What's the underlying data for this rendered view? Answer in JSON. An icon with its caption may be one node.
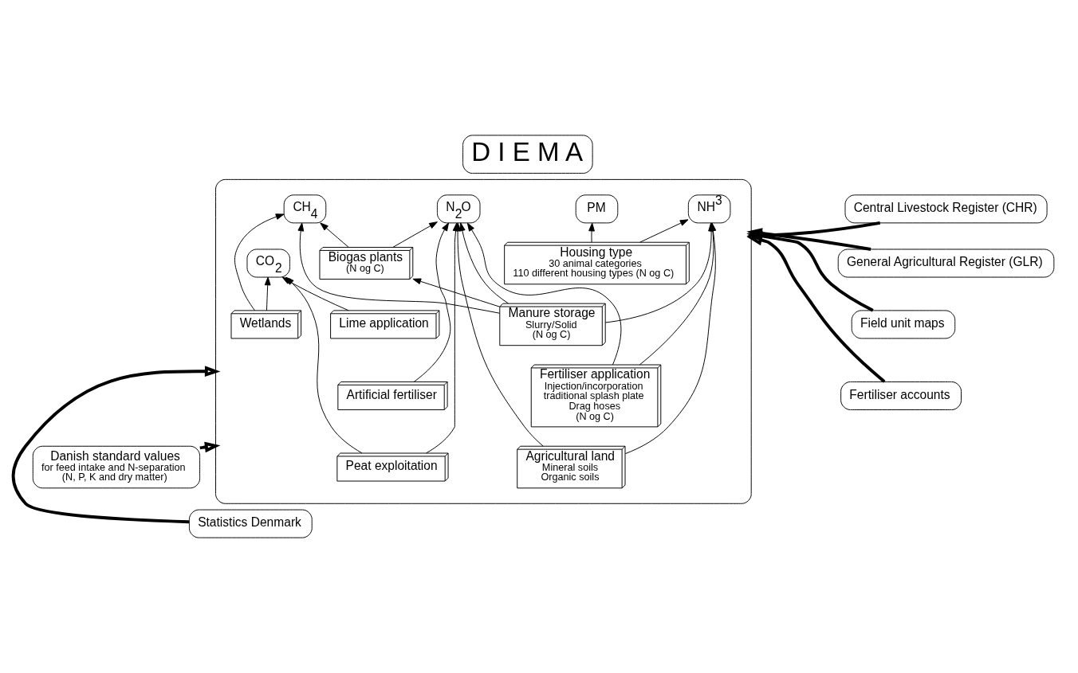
{
  "diagram": {
    "nodes": [
      {
        "text": [
          "D I E M A"
        ]
      },
      {
        "text": [],
        "shape": "box"
      },
      {
        "text": [
          "PM"
        ],
        "in": 1
      },
      {
        "text": [
          "NH$^{3}$"
        ],
        "in": 1
      },
      {
        "text": [
          "N$_{2}$O"
        ],
        "in": 1
      },
      {
        "text": [
          "CH$_{4}$"
        ],
        "in": 1
      },
      {
        "text": [
          "CO$_{2}$"
        ],
        "in": 1
      },
      {
        "text": [
          "Housing type",
          "30 animal categories",
          "110 different housing types (N og C)"
        ],
        "in": 1
      },
      {
        "text": [
          "Manure storage",
          "Slurry/Solid",
          "(N og C)"
        ],
        "in": 1
      },
      {
        "text": [
          "Fertiliser application",
          "Injection/incorporation",
          "traditional splash plate",
          "Drag hoses",
          "(N og C)"
        ],
        "in": 1
      },
      {
        "text": [
          "Biogas plants",
          "(N og C)"
        ],
        "in": 1
      },
      {
        "text": [
          "Lime application"
        ],
        "in": 1
      },
      {
        "text": [
          "Artificial fertiliser"
        ],
        "in": 1
      },
      {
        "text": [
          "Agricultural land",
          "Mineral soils",
          "Organic soils"
        ],
        "in": 1
      },
      {
        "text": [
          "Wetlands"
        ],
        "in": 1
      },
      {
        "text": [
          "Peat exploitation"
        ],
        "in": 1
      },
      {
        "text": [
          "Danish standard values",
          "for feed intake and N-separation",
          "(N, P, K and dry matter)"
        ]
      },
      {
        "text": [
          "Central Livestock Register (CHR)"
        ]
      },
      {
        "text": [
          "General Agricultural Register (GLR)"
        ]
      },
      {
        "text": [
          "Field unit maps"
        ]
      },
      {
        "text": [
          "Fertiliser accounts"
        ]
      },
      {
        "text": [
          "Statistics Denmark"
        ]
      }
    ],
    "edges": [
      {
        "from": 7,
        "to": 2,
        "arrow": "to"
      },
      {
        "from": 7,
        "to": 3,
        "arrow": "to"
      },
      {
        "from": 8,
        "to": 3,
        "arrow": "to"
      },
      {
        "from": 8,
        "to": 4,
        "arrow": "to"
      },
      {
        "from": 8,
        "to": 5,
        "arrow": "to"
      },
      {
        "from": 8,
        "to": 10,
        "arrow": "to"
      },
      {
        "from": 10,
        "to": 4,
        "arrow": "to"
      },
      {
        "from": 10,
        "to": 5,
        "arrow": "to"
      },
      {
        "from": 9,
        "to": 3,
        "arrow": "to"
      },
      {
        "from": 9,
        "to": 4,
        "arrow": "to"
      },
      {
        "from": 11,
        "to": 6,
        "arrow": "to"
      },
      {
        "from": 12,
        "to": 4,
        "arrow": "to"
      },
      {
        "from": 15,
        "to": 6,
        "arrow": "to"
      },
      {
        "from": 15,
        "to": 4,
        "arrow": "to"
      },
      {
        "from": 13,
        "to": 3,
        "arrow": "to"
      },
      {
        "from": 13,
        "to": 4,
        "arrow": "to"
      },
      {
        "from": 14,
        "to": 5,
        "arrow": "to"
      },
      {
        "from": 14,
        "to": 6,
        "arrow": "to"
      },
      {
        "from": 16,
        "to": 1,
        "arrow": "to",
        "style": "thick"
      },
      {
        "from": 17,
        "to": 1,
        "arrow": "to",
        "style": "thick"
      },
      {
        "from": 18,
        "to": 1,
        "arrow": "to",
        "style": "thick"
      },
      {
        "from": 19,
        "to": 1,
        "arrow": "to",
        "style": "thick"
      },
      {
        "from": 20,
        "to": 1,
        "arrow": "to",
        "style": "thick"
      },
      {
        "from": 21,
        "to": 1,
        "arrow": "to",
        "style": "thick"
      }
    ]
  }
}
